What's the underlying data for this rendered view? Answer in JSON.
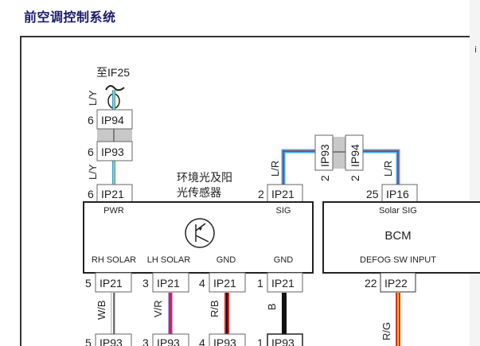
{
  "title": "前空调控制系统",
  "side_link_fragment": "i",
  "diagram": {
    "feed_label": "至IF25",
    "wire_colors": {
      "L/Y": [
        "#2a9be0",
        "#e8e020"
      ],
      "L/R": [
        "#3ab0f0",
        "#c02040"
      ],
      "W/B": [
        "#ffffff",
        "#222222"
      ],
      "V/R": [
        "#8a3bb0",
        "#d02040"
      ],
      "R/B": [
        "#e02020",
        "#111111"
      ],
      "B": [
        "#111111",
        "#111111"
      ],
      "R/G": [
        "#e03020",
        "#d8c020"
      ]
    },
    "left_top": {
      "wire": "L/Y",
      "connectors": [
        {
          "pin": "6",
          "name": "IP94"
        },
        {
          "pin": "6",
          "name": "IP93"
        },
        {
          "pin": "6",
          "name": "IP21"
        }
      ]
    },
    "sig_top": {
      "wire": "L/R",
      "pin": "2",
      "name": "IP21"
    },
    "inline": [
      {
        "pin": "2",
        "name": "IP93"
      },
      {
        "pin": "2",
        "name": "IP94"
      }
    ],
    "bcm_top": {
      "wire": "L/R",
      "pin": "25",
      "name": "IP16"
    },
    "sensor": {
      "name_line1": "环境光及阳",
      "name_line2": "光传感器",
      "pwr": "PWR",
      "sig": "SIG",
      "bottom_pins": [
        "RH SOLAR",
        "LH SOLAR",
        "GND",
        "GND"
      ],
      "icon": "phototransistor-icon"
    },
    "bcm": {
      "solar_sig": "Solar SIG",
      "name": "BCM",
      "defog": "DEFOG SW INPUT"
    },
    "bottom": [
      {
        "pin": "5",
        "name": "IP21",
        "wire": "W/B",
        "to_pin": "5",
        "to_name": "IP93"
      },
      {
        "pin": "3",
        "name": "IP21",
        "wire": "V/R",
        "to_pin": "3",
        "to_name": "IP93"
      },
      {
        "pin": "4",
        "name": "IP21",
        "wire": "R/B",
        "to_pin": "4",
        "to_name": "IP93"
      },
      {
        "pin": "1",
        "name": "IP21",
        "wire": "B",
        "to_pin": "1",
        "to_name": "IP93"
      }
    ],
    "bcm_bottom": {
      "pin": "22",
      "name": "IP22",
      "wire": "R/G"
    }
  }
}
